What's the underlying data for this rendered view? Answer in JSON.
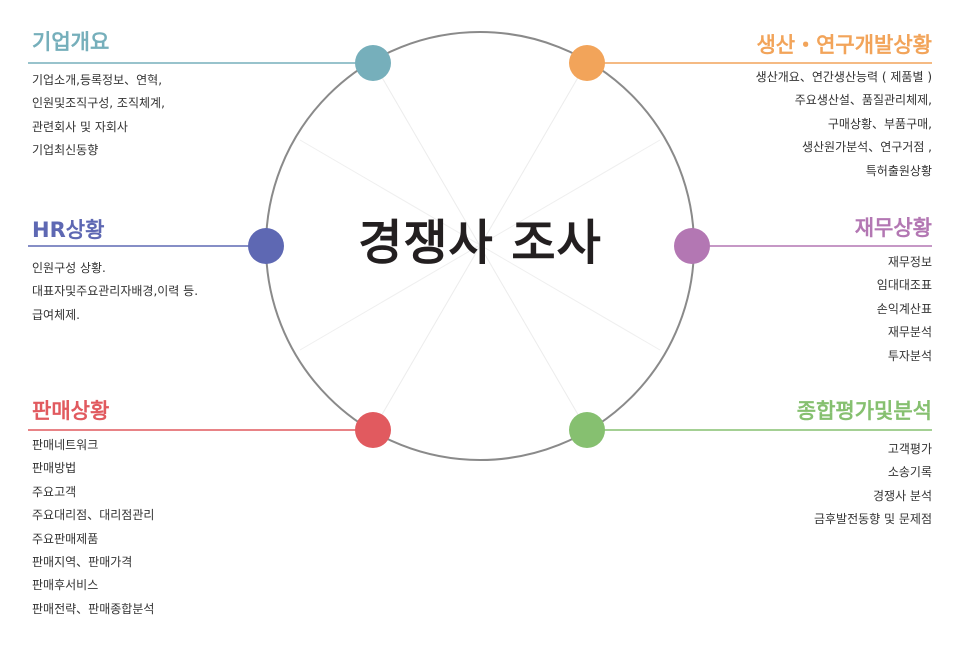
{
  "center_title": "경쟁사 조사",
  "colors": {
    "company": "#76afbb",
    "production": "#f2a45a",
    "hr": "#5e68b3",
    "finance": "#b377b3",
    "sales": "#e15a5f",
    "evaluation": "#86c070",
    "circle": "#8a8a8a",
    "cross": "#e8e8e8"
  },
  "sections": {
    "company": {
      "title": "기업개요",
      "items": [
        "기업소개,등록정보、연혁,",
        "인원및조직구성, 조직체계,",
        "관련회사 및 자회사",
        "기업최신동향"
      ]
    },
    "hr": {
      "title": "HR상황",
      "items": [
        "인원구성 상황.",
        "대표자및주요관리자배경,이력 등.",
        "급여체제."
      ]
    },
    "sales": {
      "title": "판매상황",
      "items": [
        "판매네트워크",
        "판매방법",
        "주요고객",
        "주요대리점、대리점관리",
        "주요판매제품",
        "판매지역、판매가격",
        "판매후서비스",
        "판매전략、판매종합분석"
      ]
    },
    "production": {
      "title": "생산・연구개발상황",
      "items": [
        "생산개요、연간생산능력 ( 제품별 )",
        "주요생산설、품질관리체제,",
        "구매상황、부품구매,",
        "생산원가분석、연구거점 ,",
        "특허출원상황"
      ]
    },
    "finance": {
      "title": "재무상황",
      "items": [
        "재무정보",
        "임대대조표",
        "손익계산표",
        "재무분석",
        "투자분석"
      ]
    },
    "evaluation": {
      "title": "종합평가및분석",
      "items": [
        "고객평가",
        "소송기록",
        "경쟁사 분석",
        "금후발전동향 및 문제점"
      ]
    }
  }
}
